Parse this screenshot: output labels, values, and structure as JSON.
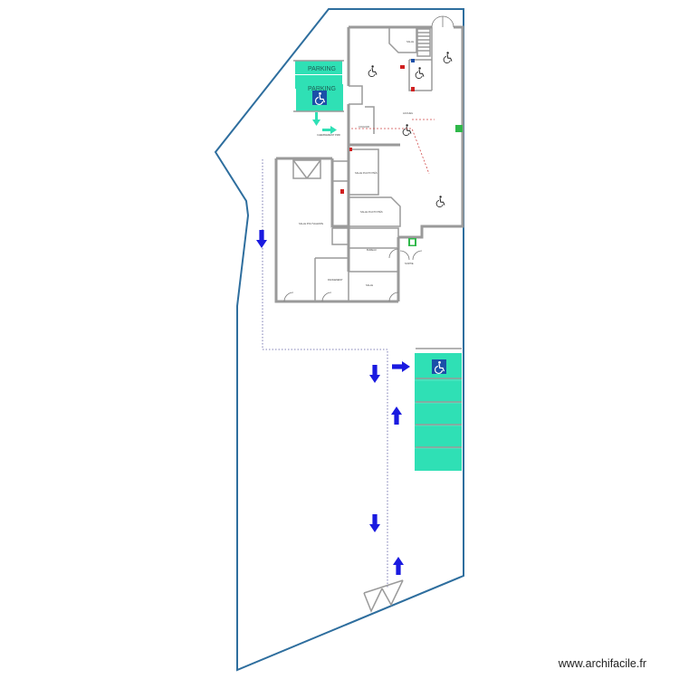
{
  "parking": {
    "label_top": "PARKING",
    "label_pmr": "PARKING"
  },
  "rooms": {
    "hall": "ACCUEIL",
    "room_top": "SALLE",
    "room_mid": "SALLE D'ACTIVITÉS",
    "room_big": "SALLE POLYVALENTE",
    "room_right": "SALLE D'ACTIVITÉS",
    "office": "BUREAU",
    "storage": "RANGEMENT",
    "room_bottom": "SALLE",
    "corridor": "COULOIR"
  },
  "route_label": "CHEMINEMENT PMR",
  "exit_label": "SORTIE",
  "watermark": "www.archifacile.fr",
  "colors": {
    "parking": "#2fe0b5",
    "arrow": "#1a1ae0",
    "site": "#2e6e9e",
    "wall": "#9a9a9a",
    "pmr": "#1b4fa8"
  }
}
